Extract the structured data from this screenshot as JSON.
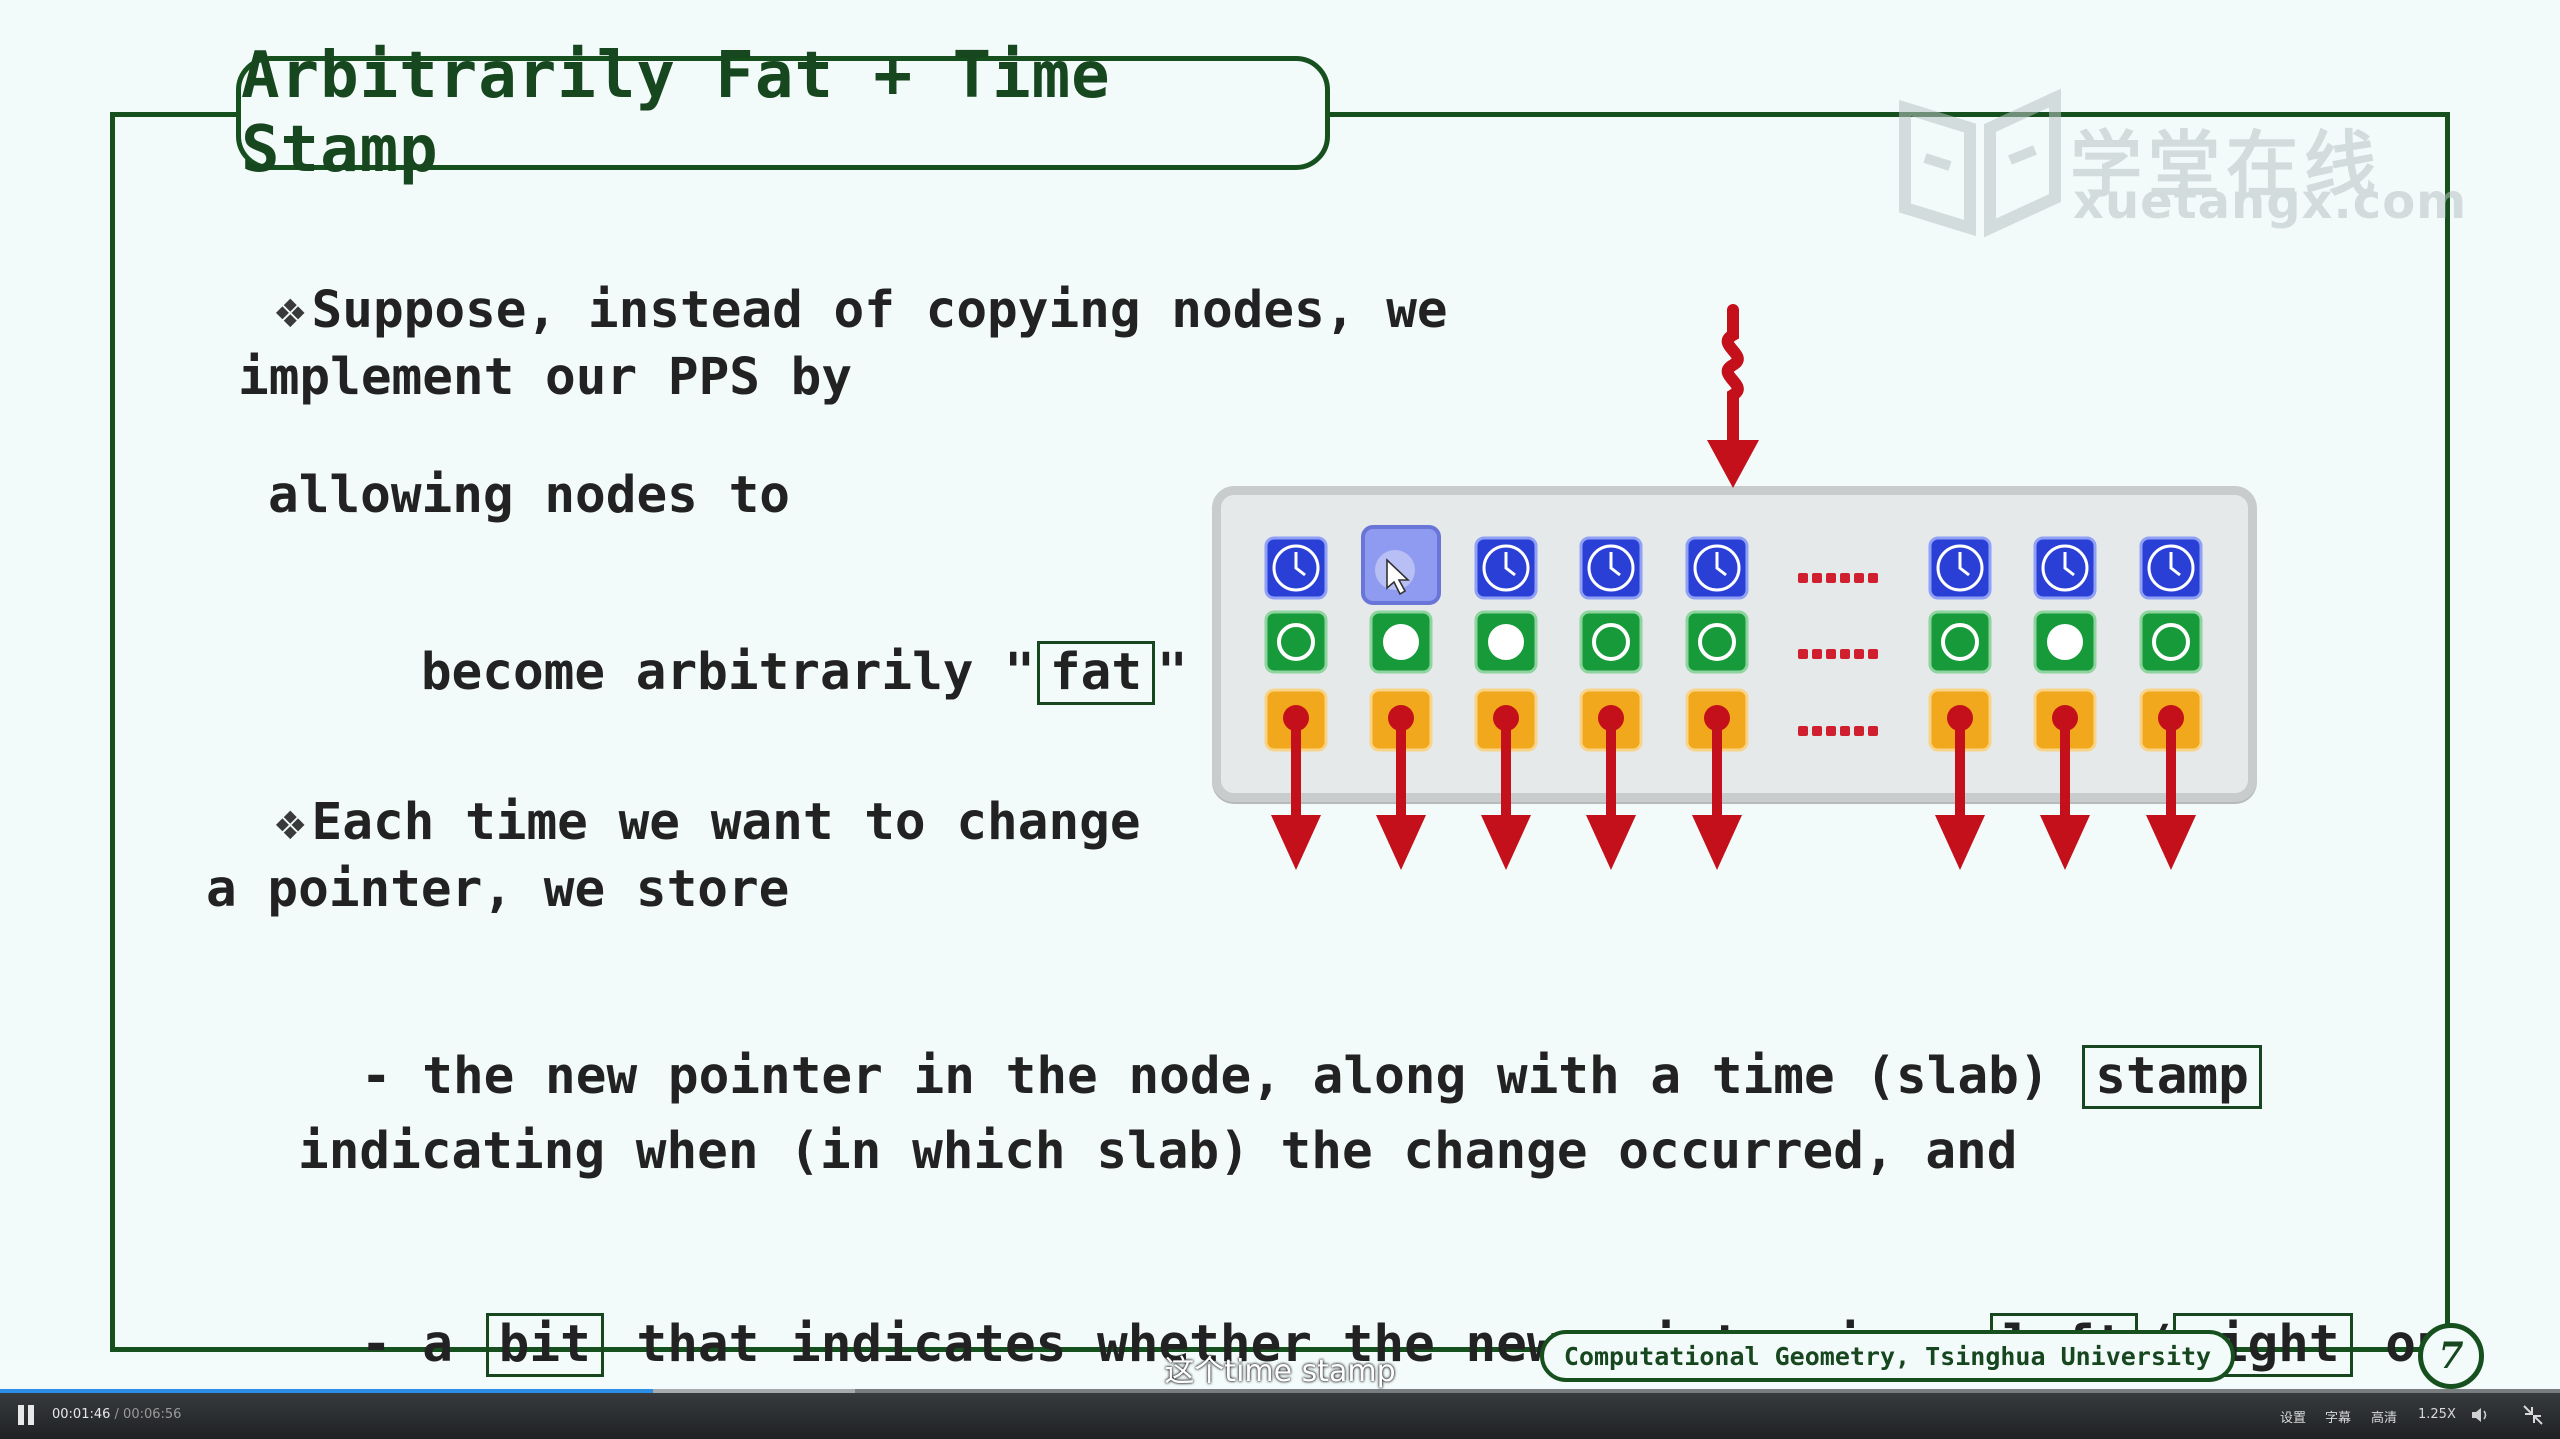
{
  "slide": {
    "title": "Arbitrarily Fat + Time Stamp",
    "watermark": {
      "brand_cn": "学堂在线",
      "brand_url": "xuetangx.com"
    },
    "bullets": [
      {
        "symbol": "❖",
        "lines": [
          "Suppose, instead of copying nodes, we",
          "implement our PPS by",
          "allowing nodes to"
        ],
        "last_line_before": "become arbitrarily \"",
        "last_line_boxed": "fat",
        "last_line_after": "\""
      },
      {
        "symbol": "❖",
        "lines": [
          "Each time we want to change",
          "a pointer, we store"
        ]
      }
    ],
    "sub1": {
      "before": "- the new pointer in the node, along with a time (slab) ",
      "boxed": "stamp",
      "line2": "indicating when (in which slab) the change occurred, and"
    },
    "sub2": {
      "before": "- a ",
      "boxed1": "bit",
      "middle": " that indicates whether the new pointer is a ",
      "boxed2": "left",
      "slash": "/",
      "boxed3": "right",
      "after": " one"
    },
    "footer": "Computational Geometry, Tsinghua University",
    "page_number": "7"
  },
  "diagram": {
    "columns": 8,
    "dots_rows": 3,
    "colors": {
      "clock": "#2a3fd6",
      "green": "#169a3a",
      "orange": "#f2a81c",
      "arrow": "#c4101b",
      "dots": "#d02030"
    }
  },
  "player": {
    "subtitle": "这个time stamp",
    "current_time": "00:01:46",
    "separator": " / ",
    "total_time": "00:06:56",
    "progress": 0.255,
    "buttons": {
      "settings": "设置",
      "captions": "字幕",
      "quality": "高清",
      "speed": "1.25X"
    },
    "icons": [
      "pause-icon",
      "volume-icon",
      "fullscreen-exit-icon"
    ]
  }
}
